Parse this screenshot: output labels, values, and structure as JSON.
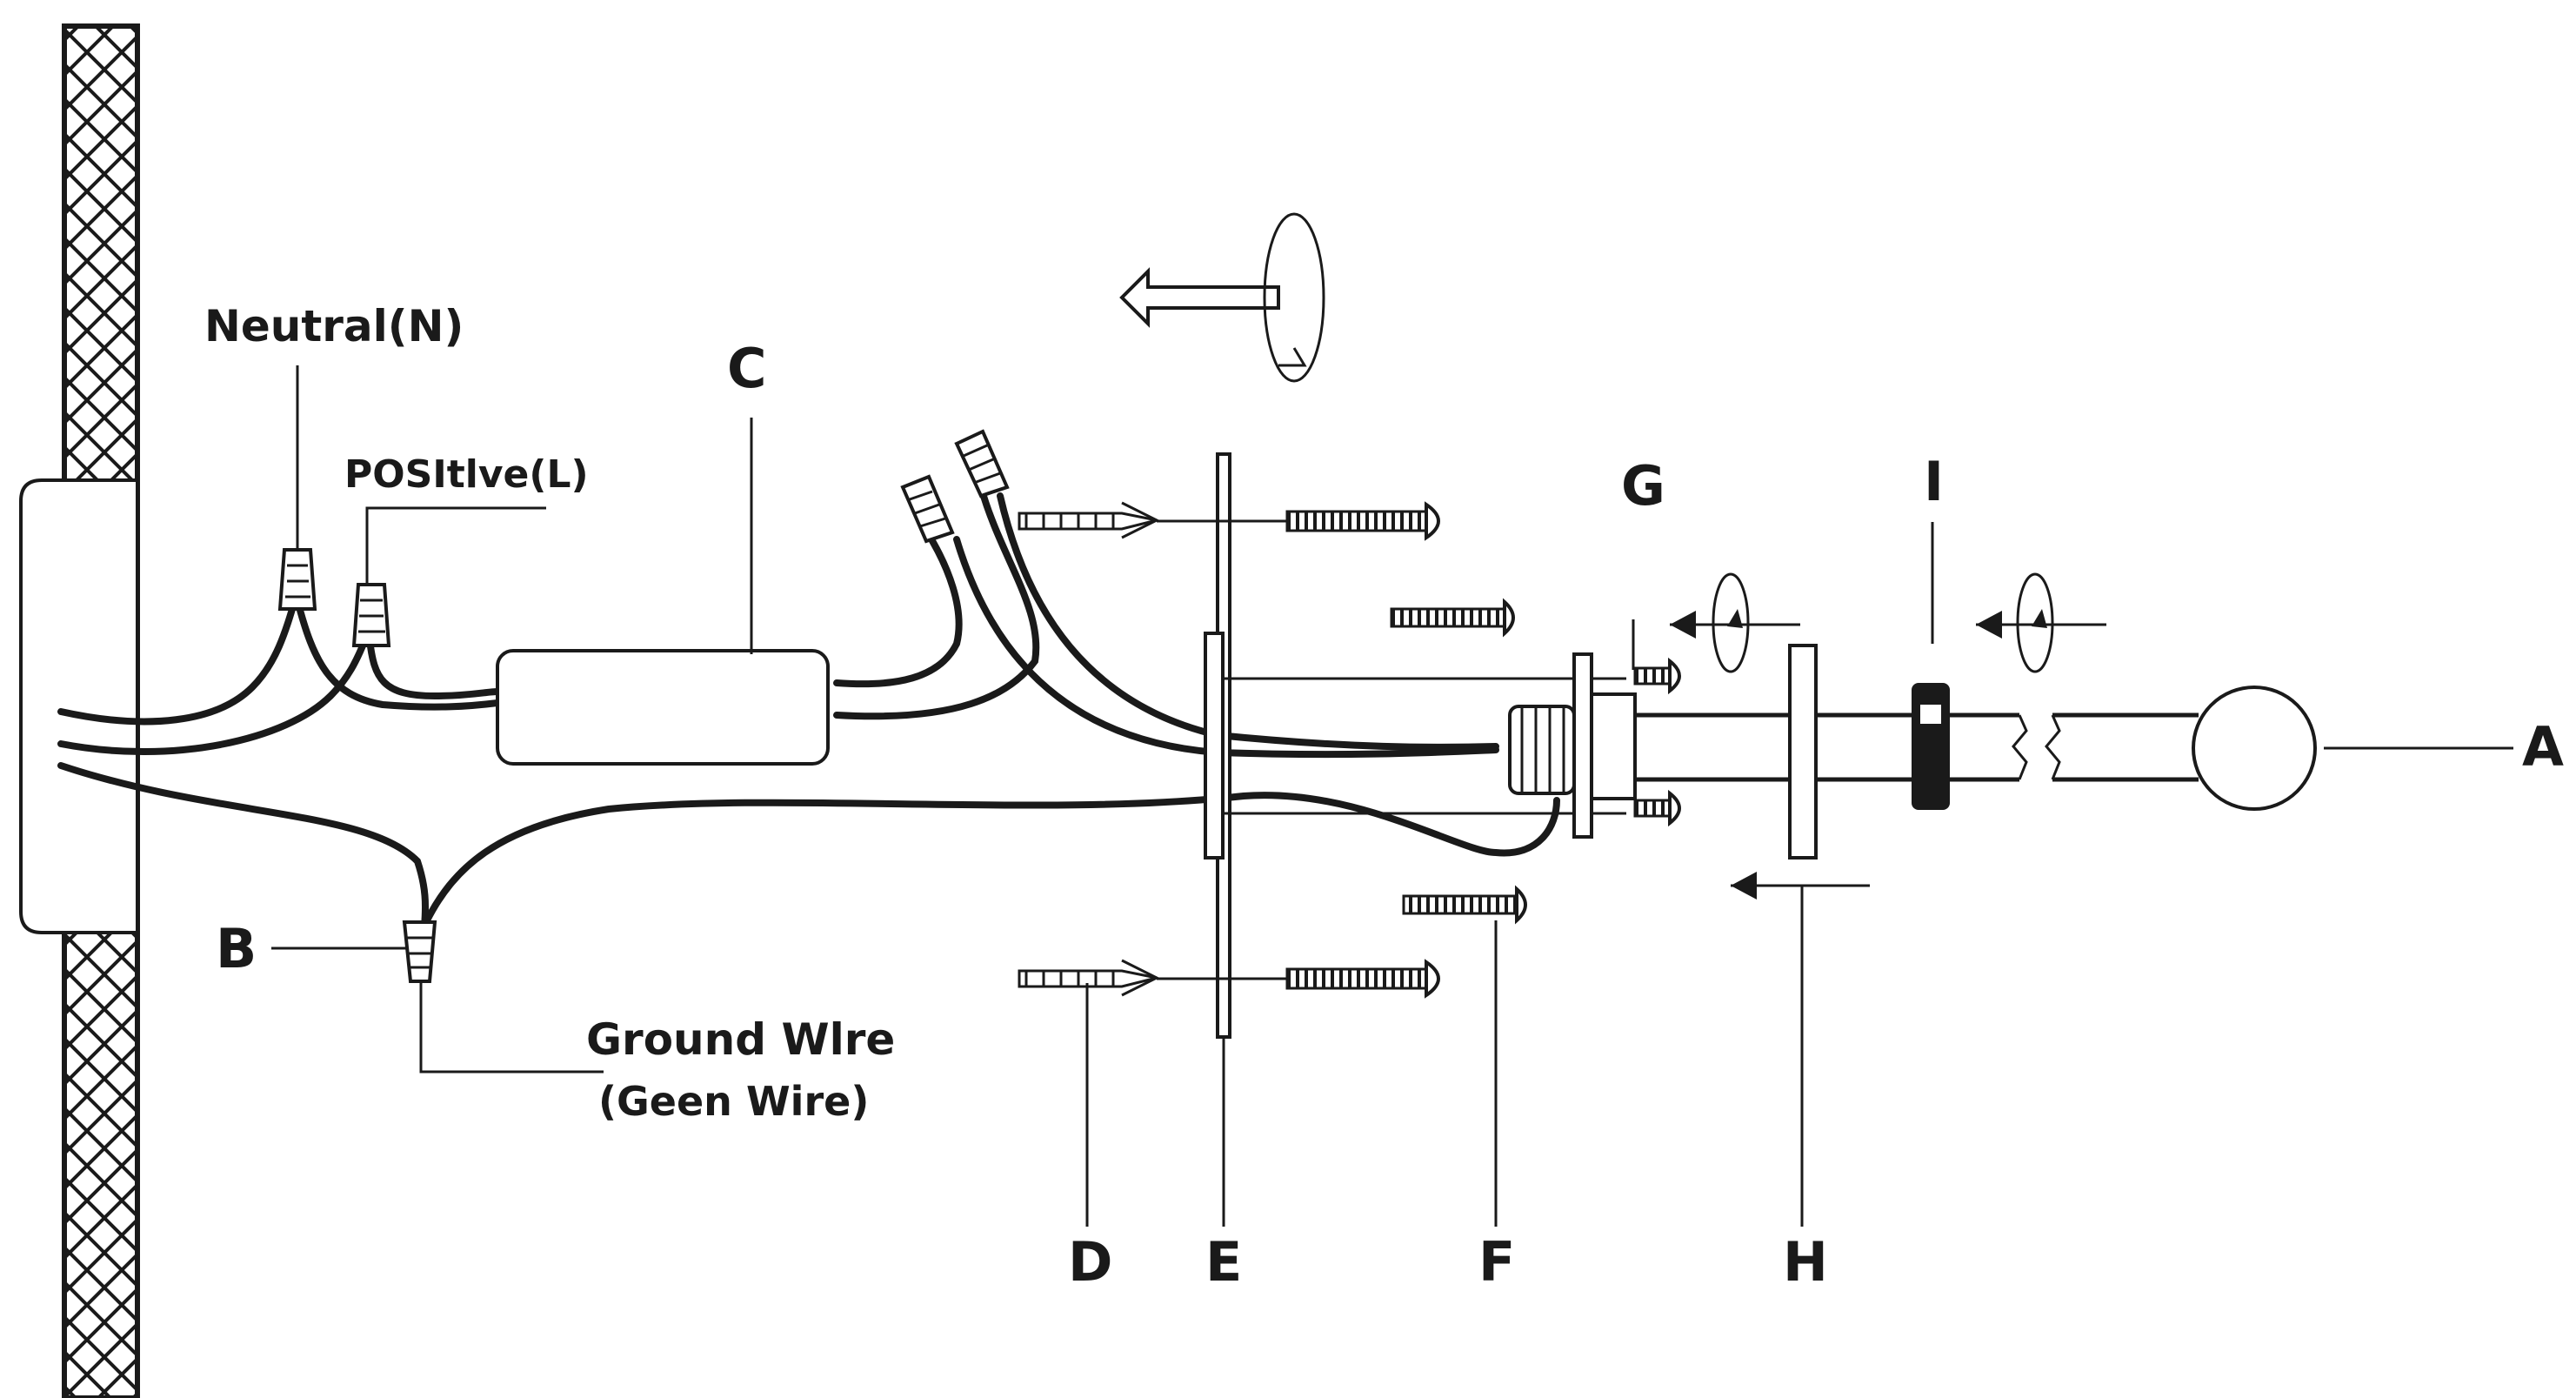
{
  "labels": {
    "neutral": "Neutral(N)",
    "positive": "POSItlve(L)",
    "ground_wire": "Ground Wlre",
    "ground_wire_note": "(Geen Wire)",
    "a": "A",
    "b": "B",
    "c": "C",
    "d": "D",
    "e": "E",
    "f": "F",
    "g": "G",
    "h": "H",
    "i": "I"
  },
  "colors": {
    "ink": "#1a1a1a",
    "background": "#ffffff"
  }
}
